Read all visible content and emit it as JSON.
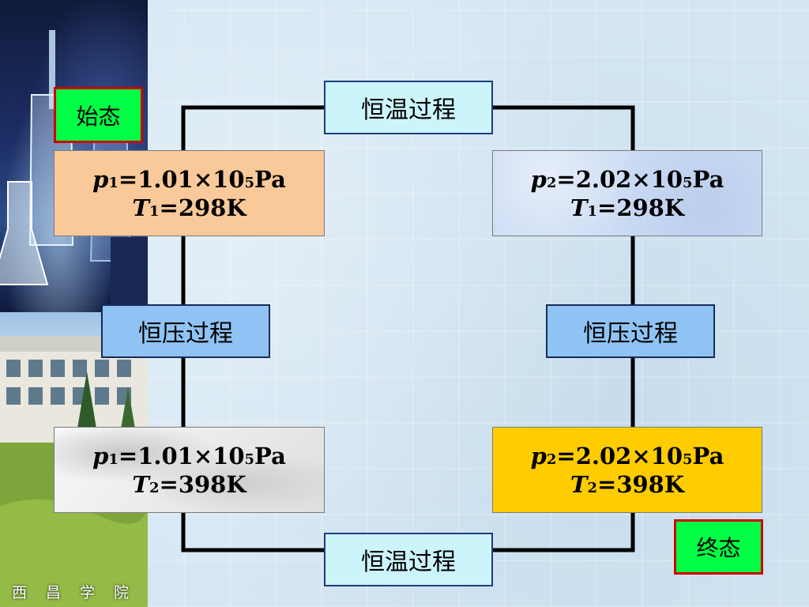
{
  "sidebar": {
    "footer": "西 昌 学 院"
  },
  "processes": {
    "top": "恒温过程",
    "bottom": "恒温过程",
    "left": "恒压过程",
    "right": "恒压过程"
  },
  "tags": {
    "initial": "始态",
    "final": "终态"
  },
  "states": {
    "s1": {
      "p_var": "p",
      "p_sub": "1",
      "p_val": "=1.01×10",
      "p_exp": "5",
      "p_unit": "Pa",
      "t_var": "T",
      "t_sub": "1",
      "t_val": "=298K"
    },
    "s2": {
      "p_var": "p",
      "p_sub": "2",
      "p_val": "=2.02×10",
      "p_exp": "5",
      "p_unit": "Pa",
      "t_var": "T",
      "t_sub": "1",
      "t_val": "=298K"
    },
    "s3": {
      "p_var": "p",
      "p_sub": "1",
      "p_val": "=1.01×10",
      "p_exp": "5",
      "p_unit": "Pa",
      "t_var": "T",
      "t_sub": "2",
      "t_val": "=398K"
    },
    "s4": {
      "p_var": "p",
      "p_sub": "2",
      "p_val": "=2.02×10",
      "p_exp": "5",
      "p_unit": "Pa",
      "t_var": "T",
      "t_sub": "2",
      "t_val": "=398K"
    }
  },
  "colors": {
    "state1": "#f9c99a",
    "state2": "#ccdcf4",
    "state3": "#ececec",
    "state4": "#ffcc00",
    "process_top": "#ccf4fb",
    "process_side": "#8fc3f3",
    "tag_fill": "#00ff44",
    "tag_border": "#d00000"
  }
}
